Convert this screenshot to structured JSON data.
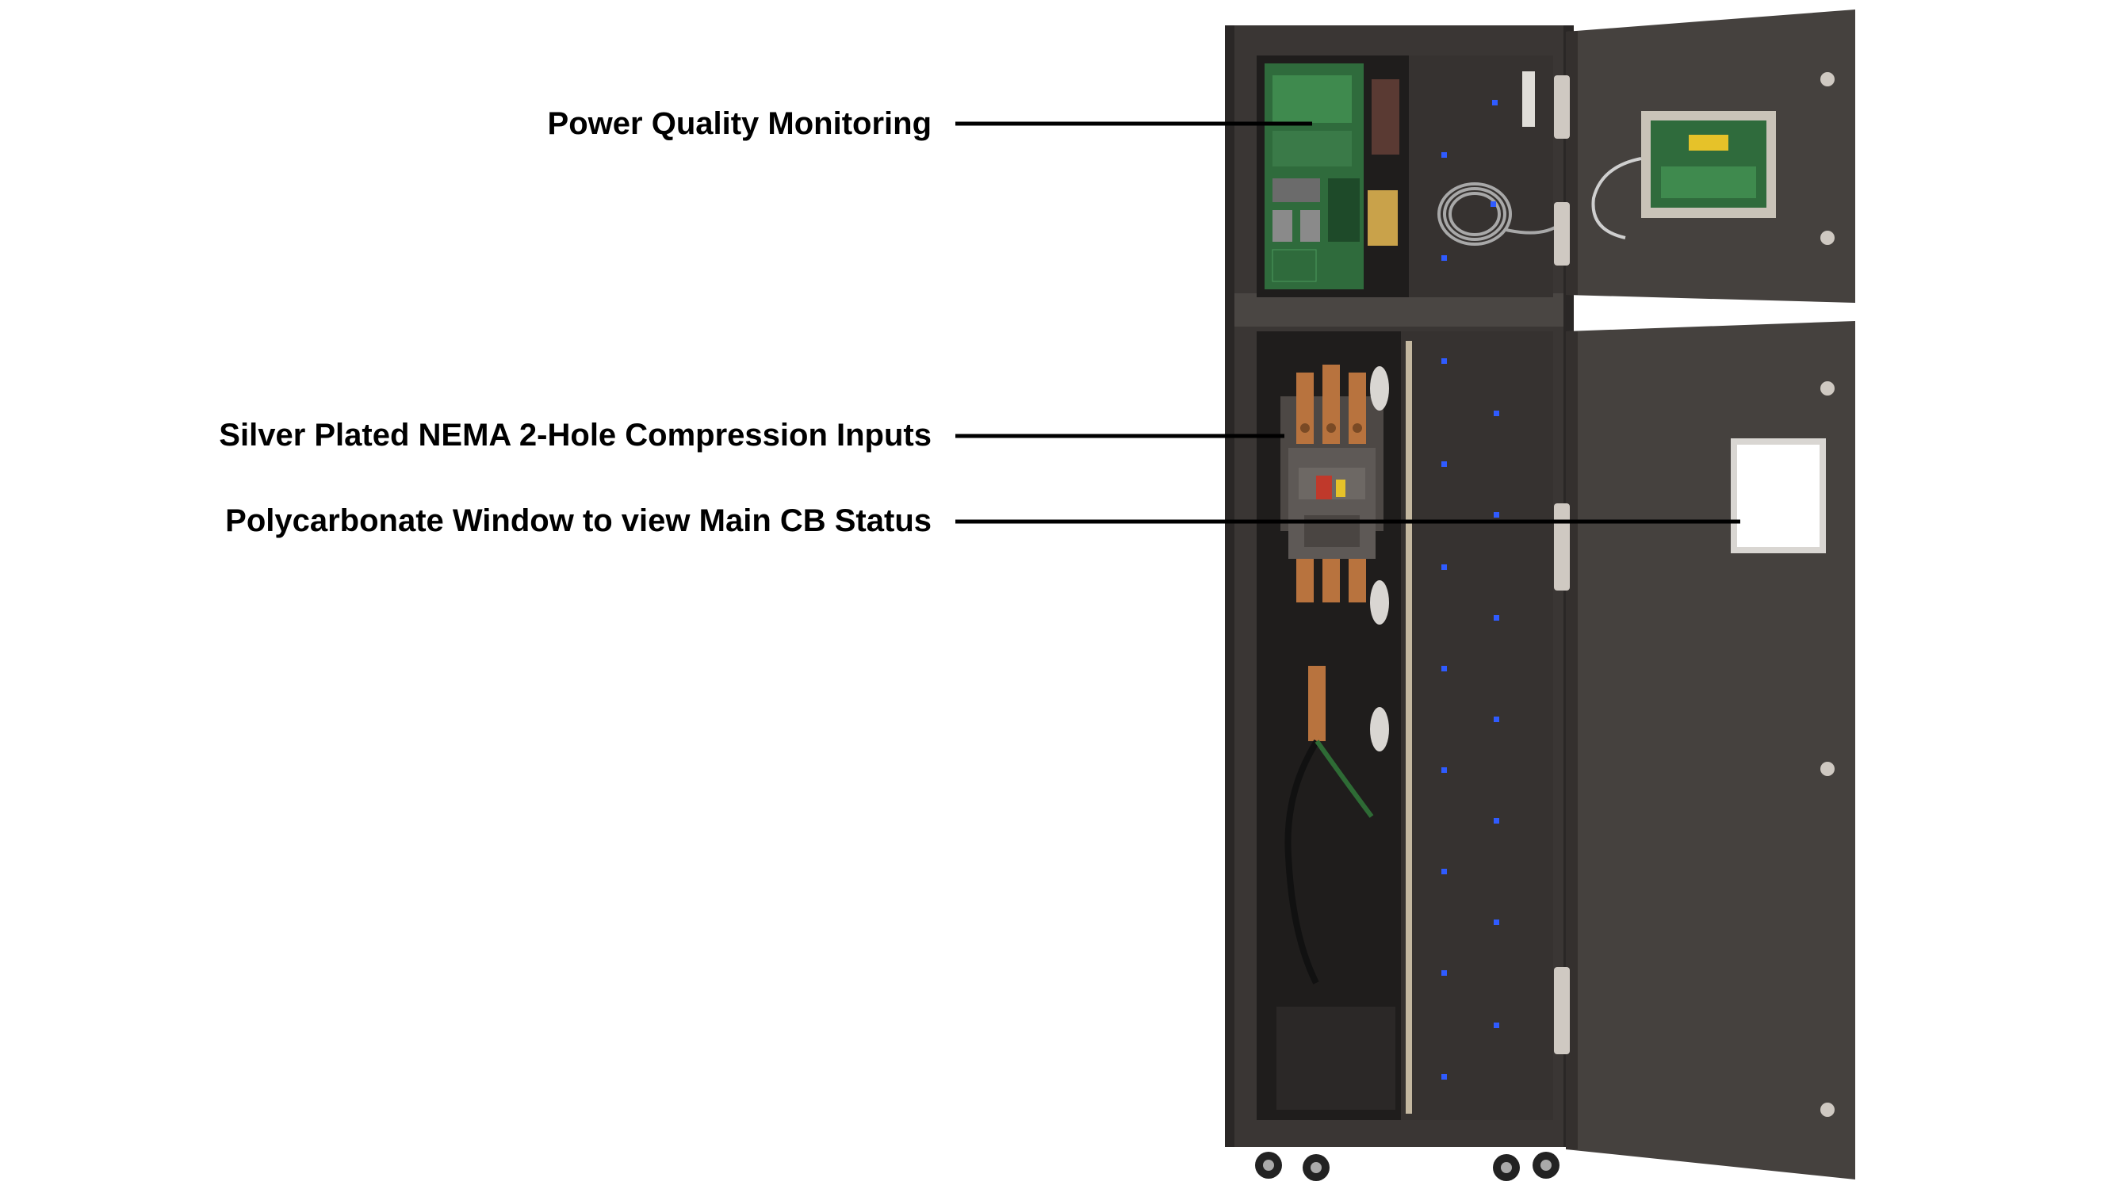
{
  "callouts": [
    {
      "label": "Power Quality Monitoring"
    },
    {
      "label": "Silver Plated NEMA 2-Hole Compression Inputs"
    },
    {
      "label": "Polycarbonate Window to view Main CB Status"
    }
  ],
  "colors": {
    "background": "#ffffff",
    "cabinet": "#3a3634",
    "cabinet_dark": "#1f1d1c",
    "door": "#45413e",
    "pcb_green": "#2f6b3c",
    "copper": "#b8733e",
    "led_blue": "#2f5bff",
    "breaker_red": "#c0392b",
    "hinge_chrome": "#cfc9c2",
    "window": "#ffffff",
    "leader_line": "#000000"
  },
  "icons": [
    "cabinet-photo",
    "pcb-board",
    "touch-display",
    "circuit-breaker",
    "copper-bus",
    "ground-cable",
    "caster-wheel",
    "door-hinge",
    "door-latch",
    "status-led"
  ]
}
